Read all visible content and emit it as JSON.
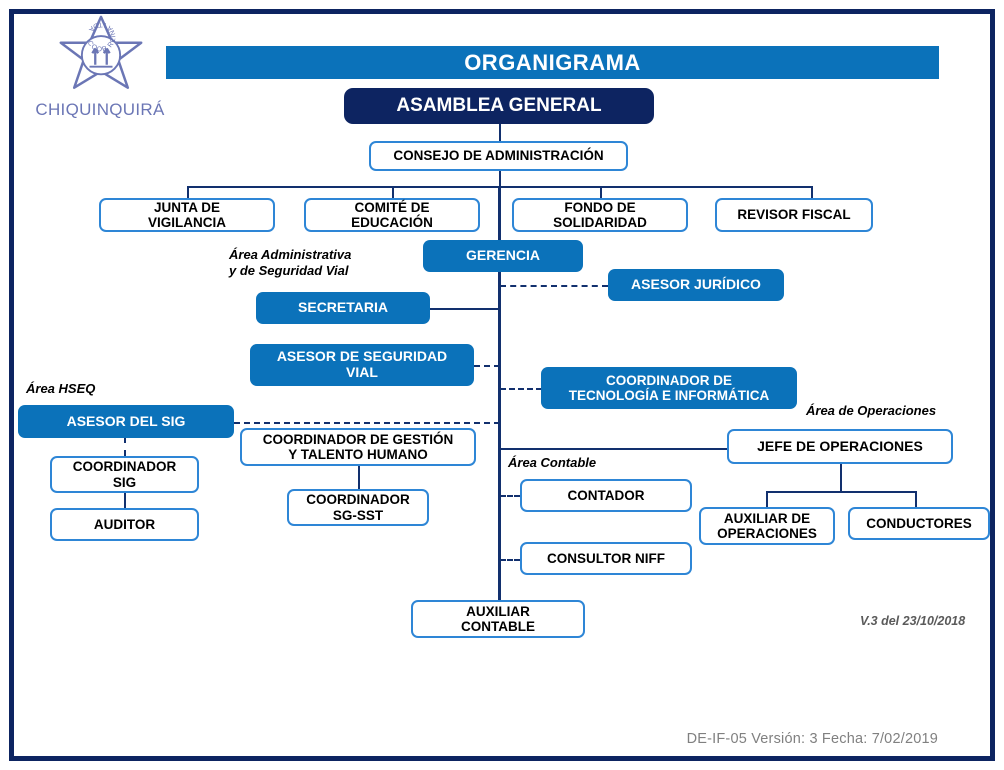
{
  "document": {
    "title": "ORGANIGRAMA",
    "logo_text": "CHIQUINQUIRÁ",
    "logo_ring_text": "COOP REINA LTDA",
    "version_note": "V.3 del 23/10/2018",
    "footer": "DE-IF-05    Versión: 3   Fecha: 7/02/2019"
  },
  "colors": {
    "accent_blue": "#0b72ba",
    "navy": "#0d2461",
    "box_border": "#2e86d6",
    "connector": "#12306e",
    "logo_purple": "#6b76b5",
    "footer_gray": "#808080"
  },
  "area_labels": [
    {
      "id": "administrativa",
      "text": "Área Administrativa\ny de Seguridad Vial"
    },
    {
      "id": "hseq",
      "text": "Área HSEQ"
    },
    {
      "id": "operaciones",
      "text": "Área de Operaciones"
    },
    {
      "id": "contable",
      "text": "Área Contable"
    }
  ],
  "nodes": [
    {
      "id": "asamblea-general",
      "label": "ASAMBLEA GENERAL",
      "style": "navy"
    },
    {
      "id": "consejo-admin",
      "label": "CONSEJO DE ADMINISTRACIÓN",
      "style": "white"
    },
    {
      "id": "junta-vigilancia",
      "label": "JUNTA DE\nVIGILANCIA",
      "style": "white"
    },
    {
      "id": "comite-educacion",
      "label": "COMITÉ DE\nEDUCACIÓN",
      "style": "white"
    },
    {
      "id": "fondo-solidaridad",
      "label": "FONDO DE\nSOLIDARIDAD",
      "style": "white"
    },
    {
      "id": "revisor-fiscal",
      "label": "REVISOR FISCAL",
      "style": "white"
    },
    {
      "id": "gerencia",
      "label": "GERENCIA",
      "style": "blue"
    },
    {
      "id": "asesor-juridico",
      "label": "ASESOR JURÍDICO",
      "style": "blue"
    },
    {
      "id": "secretaria",
      "label": "SECRETARIA",
      "style": "blue"
    },
    {
      "id": "asesor-seguridad",
      "label": "ASESOR DE SEGURIDAD\nVIAL",
      "style": "blue"
    },
    {
      "id": "coord-tecnologia",
      "label": "COORDINADOR DE\nTECNOLOGÍA E INFORMÁTICA",
      "style": "blue"
    },
    {
      "id": "asesor-sig",
      "label": "ASESOR DEL SIG",
      "style": "blue"
    },
    {
      "id": "coord-sig",
      "label": "COORDINADOR\nSIG",
      "style": "white"
    },
    {
      "id": "auditor",
      "label": "AUDITOR",
      "style": "white"
    },
    {
      "id": "coord-gestion",
      "label": "COORDINADOR DE GESTIÓN\nY TALENTO HUMANO",
      "style": "white"
    },
    {
      "id": "coord-sgsst",
      "label": "COORDINADOR\nSG-SST",
      "style": "white"
    },
    {
      "id": "jefe-operaciones",
      "label": "JEFE DE OPERACIONES",
      "style": "white"
    },
    {
      "id": "auxiliar-operaciones",
      "label": "AUXILIAR DE\nOPERACIONES",
      "style": "white"
    },
    {
      "id": "conductores",
      "label": "CONDUCTORES",
      "style": "white"
    },
    {
      "id": "contador",
      "label": "CONTADOR",
      "style": "white"
    },
    {
      "id": "consultor-niff",
      "label": "CONSULTOR NIFF",
      "style": "white"
    },
    {
      "id": "auxiliar-contable",
      "label": "AUXILIAR\nCONTABLE",
      "style": "white"
    }
  ]
}
